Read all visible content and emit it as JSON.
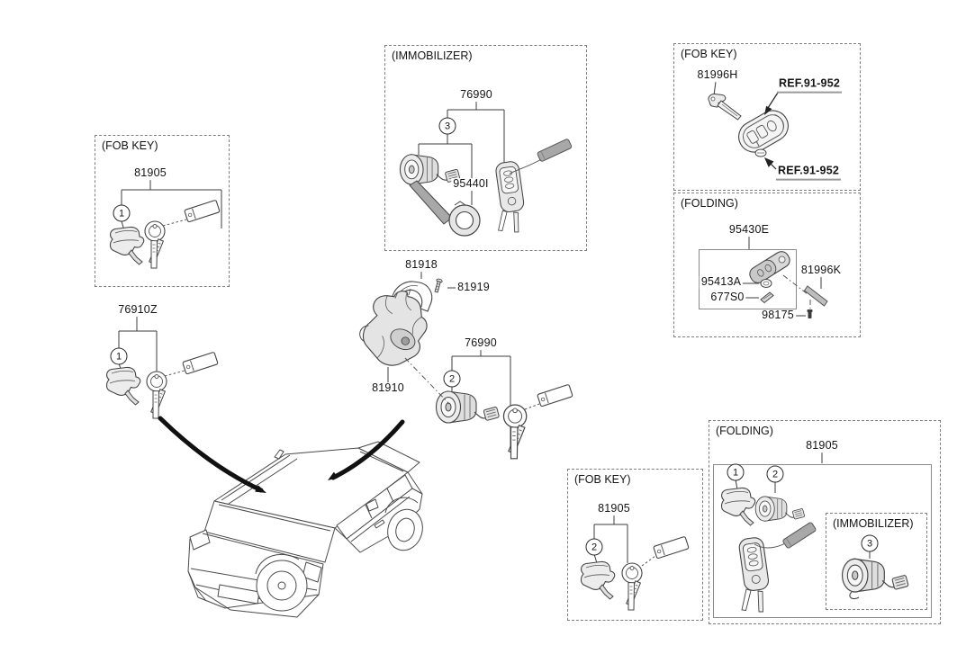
{
  "boxes": {
    "top_left_fob_key": {
      "title": "(FOB KEY)",
      "part": "81905",
      "callout": "1"
    },
    "immobilizer_top": {
      "title": "(IMMOBILIZER)",
      "part_key_set": "76990",
      "part_key_lock": "95440I",
      "callout": "3"
    },
    "top_right_fob_key": {
      "title": "(FOB KEY)",
      "part_key_blanking": "81996H",
      "ref_transmitter": "REF.91-952",
      "ref_battery": "REF.91-952"
    },
    "folding_right": {
      "title": "(FOLDING)",
      "part_transmitter": "95430E",
      "part_battery": "95413A",
      "part_blade": "677S0",
      "part_key_blanking": "81996K",
      "part_screw": "98175"
    },
    "bottom_fob_key": {
      "title": "(FOB KEY)",
      "part": "81905",
      "callout": "2"
    },
    "bottom_right_folding": {
      "title": "(FOLDING)",
      "part": "81905",
      "callout_door_lock": "1",
      "callout_ignition_lock": "2",
      "immobilizer_title": "(IMMOBILIZER)",
      "callout_immobilizer": "3"
    }
  },
  "main": {
    "part_door_lock_set": "76910Z",
    "callout_door_lock_set": "1",
    "part_bracket": "81918",
    "part_bolt": "81919",
    "part_steering_lock": "81910",
    "part_key_set": "76990",
    "callout_key_set": "2"
  },
  "colors": {
    "line": "#444444",
    "text": "#141414",
    "background": "#ffffff",
    "arrow": "#111111"
  }
}
